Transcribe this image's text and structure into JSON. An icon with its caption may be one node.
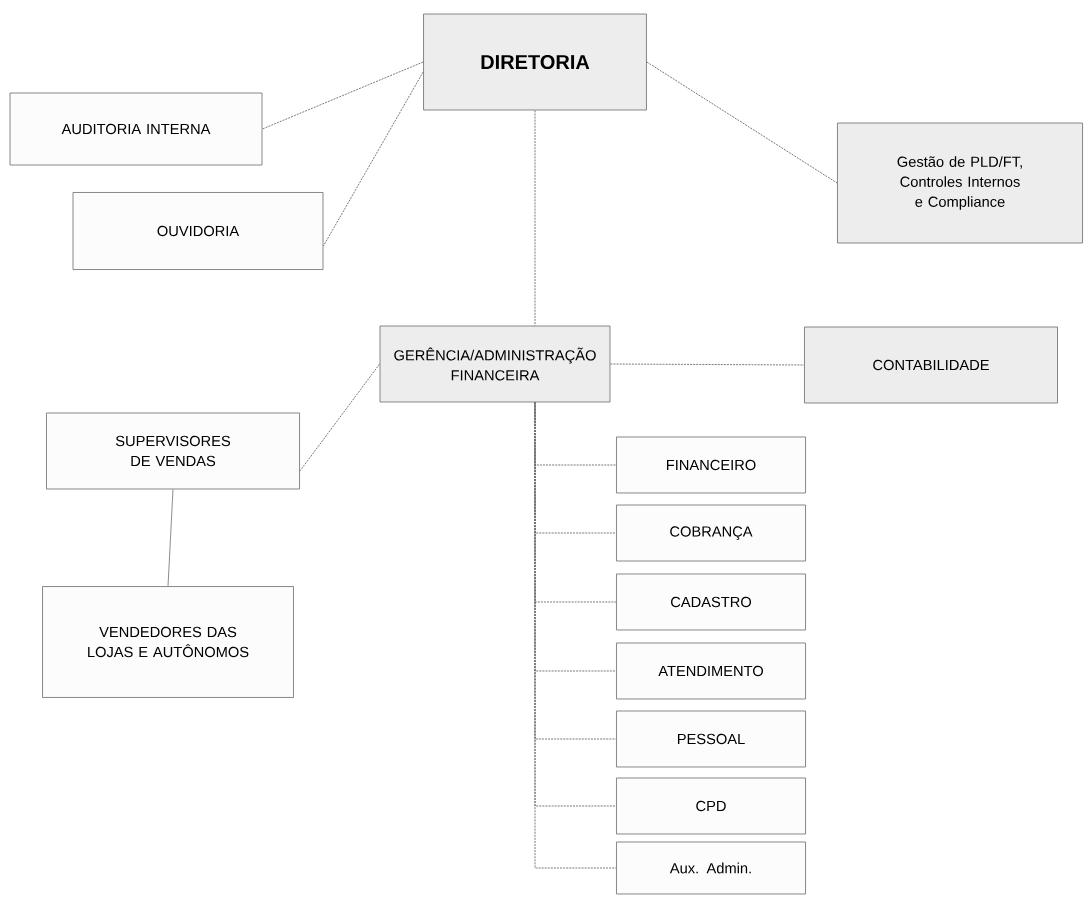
{
  "diagram": {
    "nodes": [
      {
        "text": [
          "DIRETORIA"
        ]
      },
      {
        "text": [
          "AUDITORIA INTERNA"
        ]
      },
      {
        "text": [
          "OUVIDORIA"
        ]
      },
      {
        "text": [
          "Gestão de PLD/FT, Controles Internos e Compliance"
        ]
      },
      {
        "text": [
          "GERÊNCIA/ADMINISTRAÇÃO FINANCEIRA"
        ]
      },
      {
        "text": [
          "CONTABILIDADE"
        ]
      },
      {
        "text": [
          "SUPERVISORES DE VENDAS"
        ]
      },
      {
        "text": [
          "VENDEDORES DAS LOJAS E AUTÔNOMOS"
        ]
      },
      {
        "text": [
          "FINANCEIRO"
        ]
      },
      {
        "text": [
          "COBRANÇA"
        ]
      },
      {
        "text": [
          "CADASTRO"
        ]
      },
      {
        "text": [
          "ATENDIMENTO"
        ]
      },
      {
        "text": [
          "PESSOAL"
        ]
      },
      {
        "text": [
          "CPD"
        ]
      },
      {
        "text": [
          "Aux. Admin."
        ]
      }
    ],
    "edges": [
      {
        "from": 0,
        "to": 1,
        "arrow": "none",
        "style": "dashed"
      },
      {
        "from": 0,
        "to": 2,
        "arrow": "none",
        "style": "dashed"
      },
      {
        "from": 0,
        "to": 3,
        "arrow": "none",
        "style": "dashed"
      },
      {
        "from": 0,
        "to": 4,
        "arrow": "none",
        "style": "dashed"
      },
      {
        "from": 4,
        "to": 5,
        "arrow": "none",
        "style": "dashed"
      },
      {
        "from": 4,
        "to": 6,
        "arrow": "none",
        "style": "dashed"
      },
      {
        "from": 6,
        "to": 7,
        "arrow": "none"
      },
      {
        "from": 4,
        "to": 8,
        "arrow": "none",
        "style": "dashed"
      },
      {
        "from": 4,
        "to": 9,
        "arrow": "none",
        "style": "dashed"
      },
      {
        "from": 4,
        "to": 10,
        "arrow": "none",
        "style": "dashed"
      },
      {
        "from": 4,
        "to": 11,
        "arrow": "none",
        "style": "dashed"
      },
      {
        "from": 4,
        "to": 12,
        "arrow": "none",
        "style": "dashed"
      },
      {
        "from": 4,
        "to": 13,
        "arrow": "none",
        "style": "dashed"
      },
      {
        "from": 4,
        "to": 14,
        "arrow": "none",
        "style": "dashed"
      }
    ]
  }
}
